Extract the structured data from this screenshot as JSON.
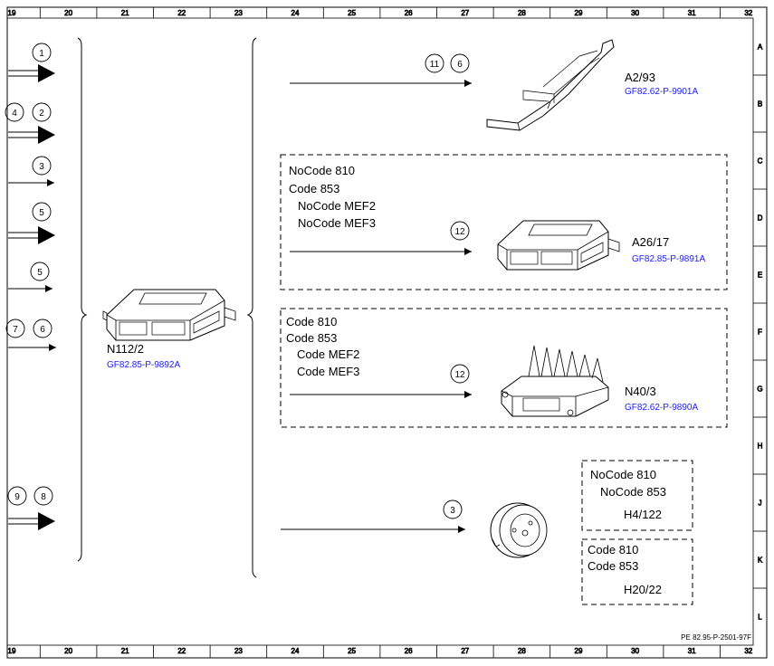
{
  "ruler": {
    "columns": [
      "19",
      "20",
      "21",
      "22",
      "23",
      "24",
      "25",
      "26",
      "27",
      "28",
      "29",
      "30",
      "31",
      "32"
    ],
    "rows": [
      "A",
      "B",
      "C",
      "D",
      "E",
      "F",
      "G",
      "H",
      "J",
      "K",
      "L"
    ]
  },
  "left_signals": [
    {
      "numbers": [
        "1"
      ],
      "arrow": "double"
    },
    {
      "numbers": [
        "4",
        "2"
      ],
      "arrow": "double"
    },
    {
      "numbers": [
        "3"
      ],
      "arrow": "single"
    },
    {
      "numbers": [
        "5"
      ],
      "arrow": "double"
    },
    {
      "numbers": [
        "5"
      ],
      "arrow": "single"
    },
    {
      "numbers": [
        "7",
        "6"
      ],
      "arrow": "single"
    },
    {
      "numbers": [
        "9",
        "8"
      ],
      "arrow": "double"
    }
  ],
  "source_module": {
    "designation": "N112/2",
    "ref": "GF82.85-P-9892A"
  },
  "targets": [
    {
      "designation": "A2/93",
      "ref": "GF82.62-P-9901A",
      "circles": [
        "11",
        "6"
      ]
    },
    {
      "designation": "A26/17",
      "ref": "GF82.85-P-9891A",
      "circles": [
        "12"
      ],
      "conditions": [
        "NoCode 810",
        "Code 853",
        "NoCode MEF2",
        "NoCode MEF3"
      ]
    },
    {
      "designation": "N40/3",
      "ref": "GF82.62-P-9890A",
      "circles": [
        "12"
      ],
      "conditions": [
        "Code 810",
        "Code 853",
        "Code MEF2",
        "Code MEF3"
      ]
    },
    {
      "circles": [
        "3"
      ]
    }
  ],
  "speaker_variants": [
    {
      "designation": "H4/122",
      "conditions": [
        "NoCode 810",
        "NoCode 853"
      ]
    },
    {
      "designation": "H20/22",
      "conditions": [
        "Code 810",
        "Code 853"
      ]
    }
  ],
  "footer_ref": "PE 82.95-P-2501-97F"
}
